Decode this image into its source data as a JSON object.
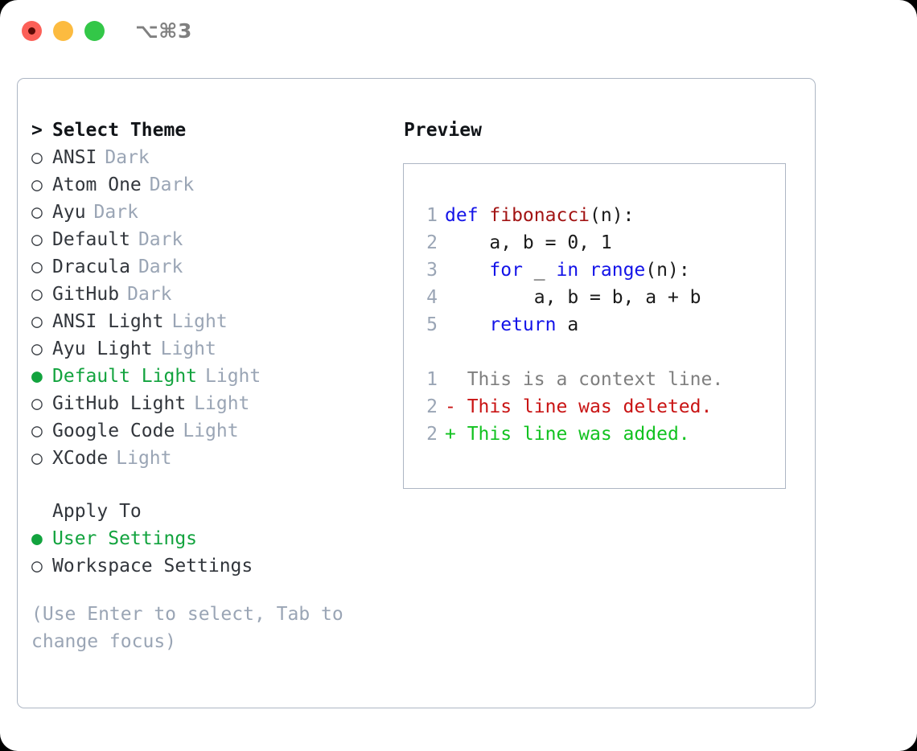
{
  "window": {
    "traffic_lights": [
      "close",
      "minimize",
      "maximize"
    ],
    "shortcut": "⌥⌘3"
  },
  "theme_panel": {
    "header": {
      "marker": ">",
      "label": "Select Theme"
    },
    "marker_selected": "●",
    "marker_unselected": "○",
    "items": [
      {
        "marker": "○",
        "label": "ANSI",
        "suffix": "Dark",
        "selected": false
      },
      {
        "marker": "○",
        "label": "Atom One",
        "suffix": "Dark",
        "selected": false
      },
      {
        "marker": "○",
        "label": "Ayu",
        "suffix": "Dark",
        "selected": false
      },
      {
        "marker": "○",
        "label": "Default",
        "suffix": "Dark",
        "selected": false
      },
      {
        "marker": "○",
        "label": "Dracula",
        "suffix": "Dark",
        "selected": false
      },
      {
        "marker": "○",
        "label": "GitHub",
        "suffix": "Dark",
        "selected": false
      },
      {
        "marker": "○",
        "label": "ANSI Light",
        "suffix": "Light",
        "selected": false
      },
      {
        "marker": "○",
        "label": "Ayu Light",
        "suffix": "Light",
        "selected": false
      },
      {
        "marker": "●",
        "label": "Default Light",
        "suffix": "Light",
        "selected": true
      },
      {
        "marker": "○",
        "label": "GitHub Light",
        "suffix": "Light",
        "selected": false
      },
      {
        "marker": "○",
        "label": "Google Code",
        "suffix": "Light",
        "selected": false
      },
      {
        "marker": "○",
        "label": "XCode",
        "suffix": "Light",
        "selected": false
      }
    ]
  },
  "apply_to": {
    "header": "Apply To",
    "items": [
      {
        "marker": "●",
        "label": "User Settings",
        "selected": true
      },
      {
        "marker": "○",
        "label": "Workspace Settings",
        "selected": false
      }
    ]
  },
  "hint": "(Use Enter to select, Tab to change focus)",
  "preview": {
    "title": "Preview",
    "code_lines": [
      {
        "num": "1",
        "segments": [
          {
            "text": "def ",
            "style": "kw"
          },
          {
            "text": "fibonacci",
            "style": "fn"
          },
          {
            "text": "(n):",
            "style": "pl"
          }
        ]
      },
      {
        "num": "2",
        "segments": [
          {
            "text": "    a, b = 0, 1",
            "style": "pl"
          }
        ]
      },
      {
        "num": "3",
        "segments": [
          {
            "text": "    ",
            "style": "pl"
          },
          {
            "text": "for ",
            "style": "kw"
          },
          {
            "text": "_ ",
            "style": "pl"
          },
          {
            "text": "in ",
            "style": "kw"
          },
          {
            "text": "range",
            "style": "kw"
          },
          {
            "text": "(n):",
            "style": "pl"
          }
        ]
      },
      {
        "num": "4",
        "segments": [
          {
            "text": "        a, b = b, a + b",
            "style": "pl"
          }
        ]
      },
      {
        "num": "5",
        "segments": [
          {
            "text": "    ",
            "style": "pl"
          },
          {
            "text": "return ",
            "style": "kw"
          },
          {
            "text": "a",
            "style": "pl"
          }
        ]
      }
    ],
    "diff_lines": [
      {
        "num": "1",
        "marker": " ",
        "text": "  This is a context line.",
        "style": "ctx"
      },
      {
        "num": "2",
        "marker": "-",
        "text": "- This line was deleted.",
        "style": "del"
      },
      {
        "num": "2",
        "marker": "+",
        "text": "+ This line was added.",
        "style": "add"
      }
    ]
  },
  "colors": {
    "accent_green": "#12a33e",
    "muted": "#9aa5b5",
    "keyword_blue": "#1313e8",
    "function_red": "#a21414",
    "diff_delete": "#c91414",
    "diff_add": "#12c220",
    "border": "#adb6c4"
  }
}
